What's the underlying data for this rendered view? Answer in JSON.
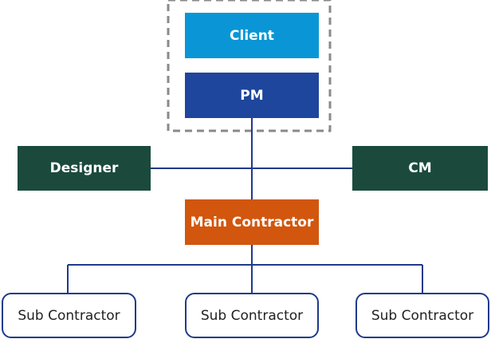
{
  "nodes": {
    "client": {
      "label": "Client",
      "fill": "#0a96d6"
    },
    "pm": {
      "label": "PM",
      "fill": "#1e469c"
    },
    "designer": {
      "label": "Designer",
      "fill": "#1b4a3d"
    },
    "cm": {
      "label": "CM",
      "fill": "#1b4a3d"
    },
    "main_contractor": {
      "label": "Main Contractor",
      "fill": "#d2560e"
    },
    "sub_contractors": [
      {
        "label": "Sub Contractor"
      },
      {
        "label": "Sub Contractor"
      },
      {
        "label": "Sub Contractor"
      }
    ]
  },
  "colors": {
    "connector": "#1e3a8a",
    "group_border": "#8a8a8a",
    "sub_border": "#1e3a8a"
  }
}
